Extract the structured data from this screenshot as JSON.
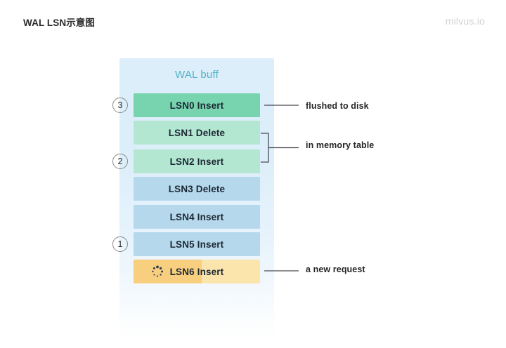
{
  "header": {
    "title": "WAL LSN示意图",
    "watermark": "milvus.io"
  },
  "diagram": {
    "container_label": "WAL buff",
    "rows": [
      {
        "id": "lsn0",
        "label": "LSN0 Insert",
        "state": "flushed",
        "color": "#77d4ae"
      },
      {
        "id": "lsn1",
        "label": "LSN1 Delete",
        "state": "in-memory",
        "color": "#b3e7d2"
      },
      {
        "id": "lsn2",
        "label": "LSN2 Insert",
        "state": "in-memory",
        "color": "#b3e7d2"
      },
      {
        "id": "lsn3",
        "label": "LSN3 Delete",
        "state": "buffered",
        "color": "#b5d8ec"
      },
      {
        "id": "lsn4",
        "label": "LSN4 Insert",
        "state": "buffered",
        "color": "#b5d8ec"
      },
      {
        "id": "lsn5",
        "label": "LSN5 Insert",
        "state": "buffered",
        "color": "#b5d8ec"
      },
      {
        "id": "lsn6",
        "label": "LSN6 Insert",
        "state": "pending",
        "color": "#f8cf7e"
      }
    ],
    "steps": [
      {
        "number": "3",
        "target": "lsn0"
      },
      {
        "number": "2",
        "target": "lsn2"
      },
      {
        "number": "1",
        "target": "lsn5"
      }
    ],
    "annotations": [
      {
        "id": "flushed",
        "label": "flushed to disk",
        "target": "lsn0",
        "connector": "line"
      },
      {
        "id": "memory",
        "label": "in memory table",
        "target": "lsn1-lsn2",
        "connector": "bracket"
      },
      {
        "id": "request",
        "label": "a new request",
        "target": "lsn6",
        "connector": "line"
      }
    ],
    "icons": {
      "pending_spinner": "loading-spinner-icon"
    },
    "colors": {
      "container_bg": "#ddeefb",
      "container_title": "#4fb3c4",
      "flushed_row": "#77d4ae",
      "memory_row": "#b3e7d2",
      "buffered_row": "#b5d8ec",
      "pending_row": "#f8cf7e",
      "pending_row_light": "#fbe5ad",
      "connector_line": "#4a4a52",
      "text": "#1c2733",
      "watermark": "#d2d2d2"
    }
  }
}
